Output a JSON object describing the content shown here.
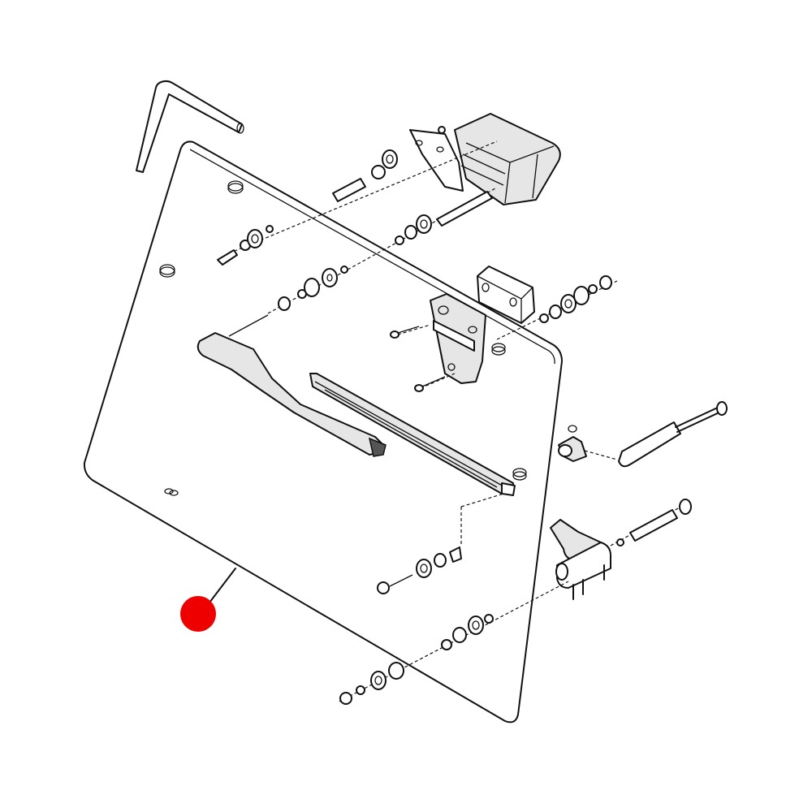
{
  "diagram": {
    "kind": "exploded-parts-view",
    "parts": [
      "hex-key",
      "glass-panel",
      "wiper-motor",
      "wiper-arm",
      "wiper-blade",
      "hinge",
      "hinge-block",
      "gas-strut",
      "latch-handle",
      "fastener-stack"
    ],
    "callout_marker": {
      "color": "#ee0000",
      "label": ""
    }
  }
}
